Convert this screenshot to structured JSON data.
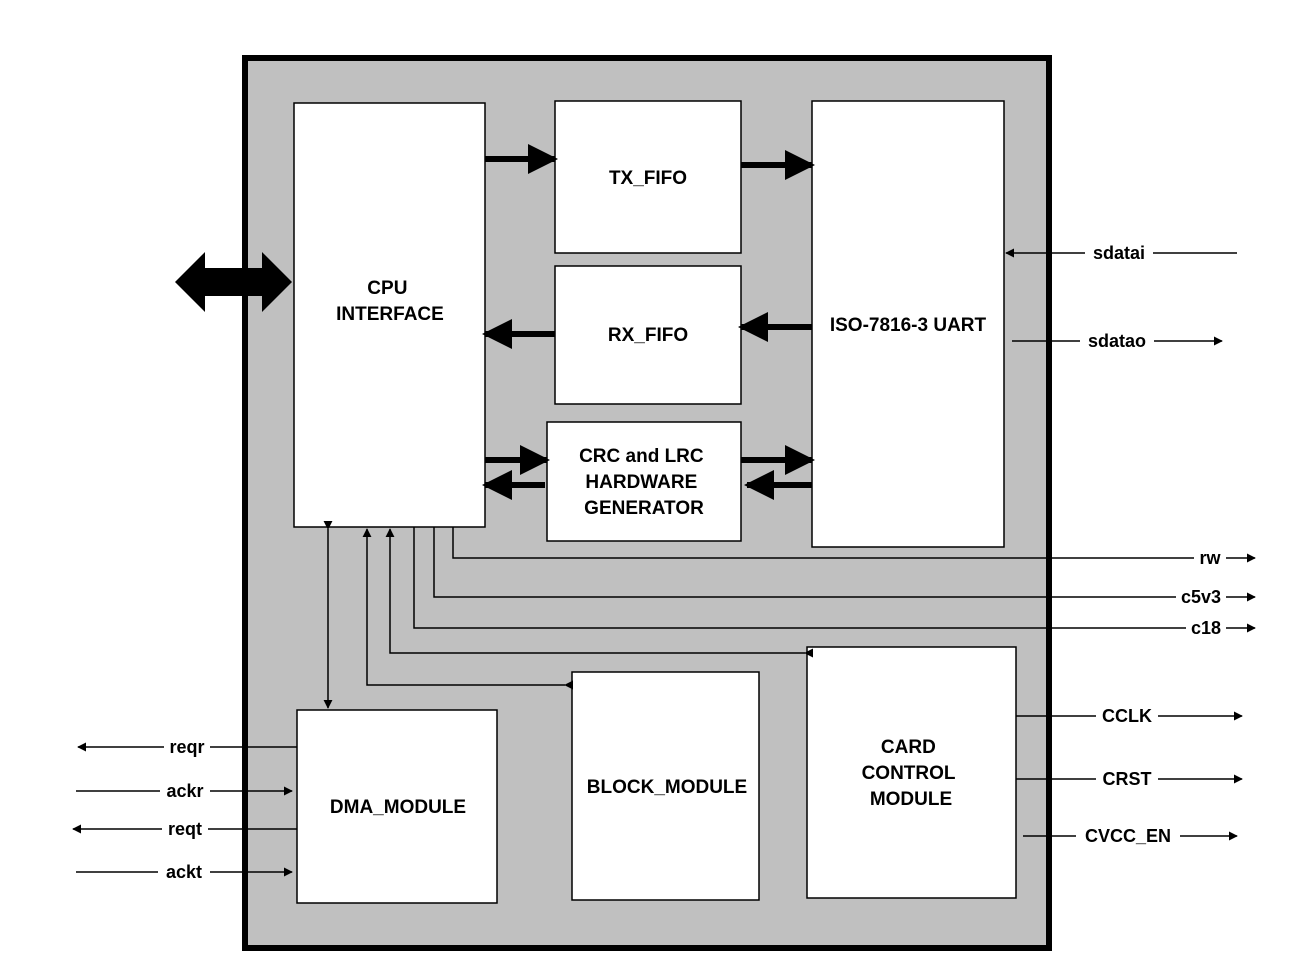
{
  "colors": {
    "outer_fill": "#c0c0c0",
    "outer_stroke": "#000000",
    "block_fill": "#ffffff",
    "line": "#000000"
  },
  "blocks": {
    "cpu_interface": [
      "CPU",
      "INTERFACE"
    ],
    "tx_fifo": [
      "TX_FIFO"
    ],
    "rx_fifo": [
      "RX_FIFO"
    ],
    "crc_lrc": [
      "CRC and LRC",
      "HARDWARE",
      "GENERATOR"
    ],
    "uart": [
      "ISO-7816-3 UART"
    ],
    "dma_module": [
      "DMA_MODULE"
    ],
    "block_module": [
      "BLOCK_MODULE"
    ],
    "card_control": [
      "CARD",
      "CONTROL",
      "MODULE"
    ]
  },
  "signals": {
    "sdatai": "sdatai",
    "sdatao": "sdatao",
    "rw": "rw",
    "c5v3": "c5v3",
    "c18": "c18",
    "cclk": "CCLK",
    "crst": "CRST",
    "cvcc_en": "CVCC_EN",
    "reqr": "reqr",
    "ackr": "ackr",
    "reqt": "reqt",
    "ackt": "ackt"
  }
}
